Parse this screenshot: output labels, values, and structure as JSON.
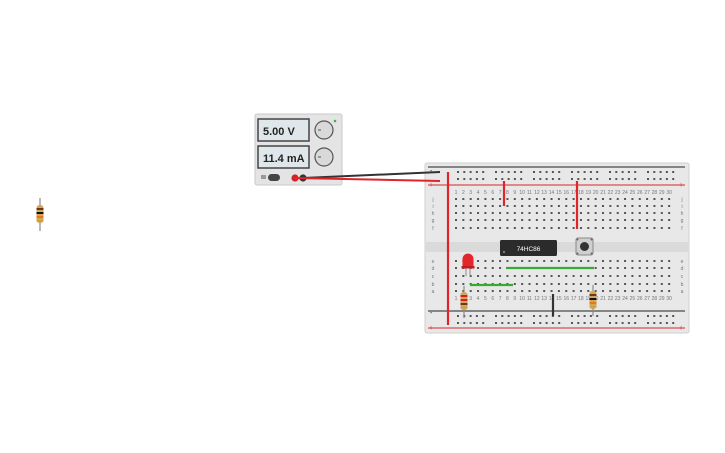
{
  "power_supply": {
    "voltage": "5.00 V",
    "current": "11.4 mA",
    "voltage_knob": "voltage-knob",
    "current_knob": "current-knob",
    "on_toggle": "power-toggle"
  },
  "breadboard": {
    "chip_label": "74HC86",
    "row_letters_top": [
      "j",
      "i",
      "h",
      "g",
      "f"
    ],
    "row_letters_bottom": [
      "e",
      "d",
      "c",
      "b",
      "a"
    ],
    "columns": 30,
    "rail_marks": [
      "+",
      "-"
    ]
  },
  "components": [
    {
      "kind": "resistor",
      "place": "loose-left"
    },
    {
      "kind": "led",
      "color": "#e3262b"
    },
    {
      "kind": "resistor",
      "place": "led-resistor"
    },
    {
      "kind": "resistor",
      "place": "button-pulldown"
    },
    {
      "kind": "push-button"
    },
    {
      "kind": "chip",
      "label": "74HC86"
    }
  ],
  "colors": {
    "wire_red": "#e0242a",
    "wire_black": "#333333",
    "wire_green": "#39a935",
    "breadboard": "#e8e8e8",
    "psu_body": "#e4e4e4"
  }
}
